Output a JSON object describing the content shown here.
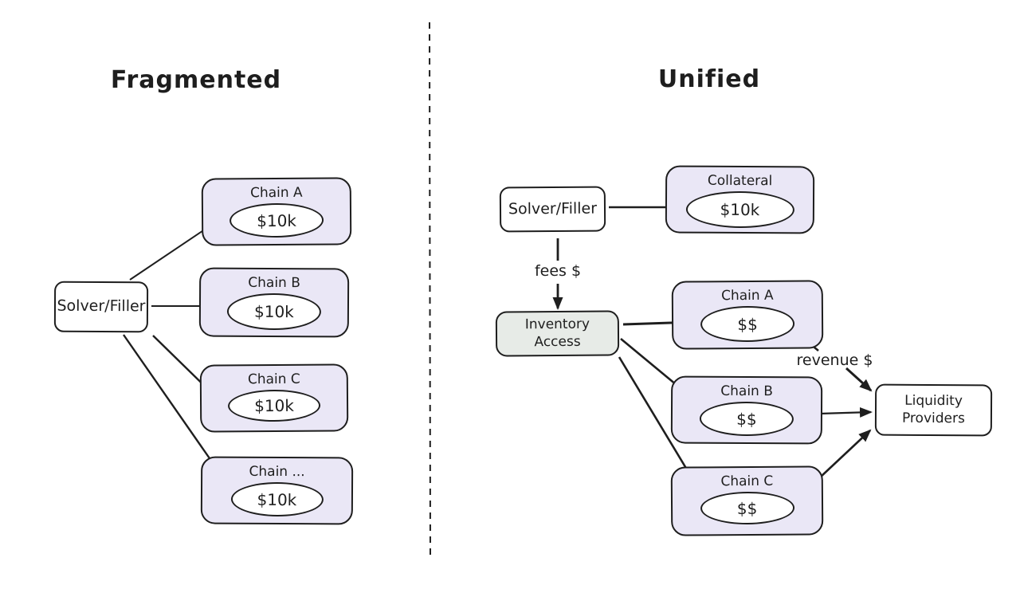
{
  "left_panel": {
    "title": "Fragmented",
    "solver": {
      "label": "Solver/Filler"
    },
    "chains": [
      {
        "label": "Chain A",
        "amount": "$10k"
      },
      {
        "label": "Chain B",
        "amount": "$10k"
      },
      {
        "label": "Chain C",
        "amount": "$10k"
      },
      {
        "label": "Chain ...",
        "amount": "$10k"
      }
    ]
  },
  "right_panel": {
    "title": "Unified",
    "solver": {
      "label": "Solver/Filler"
    },
    "collateral": {
      "label": "Collateral",
      "amount": "$10k"
    },
    "inventory": {
      "line1": "Inventory",
      "line2": "Access"
    },
    "chains": [
      {
        "label": "Chain A",
        "amount": "$$"
      },
      {
        "label": "Chain B",
        "amount": "$$"
      },
      {
        "label": "Chain C",
        "amount": "$$"
      }
    ],
    "liquidity": {
      "line1": "Liquidity",
      "line2": "Providers"
    },
    "flow_labels": {
      "fees": "fees $",
      "revenue": "revenue $"
    }
  },
  "colors": {
    "chain_fill": "#eae7f6",
    "inventory_fill": "#e7ebe7",
    "stroke": "#1e1e1e",
    "background": "#ffffff"
  }
}
